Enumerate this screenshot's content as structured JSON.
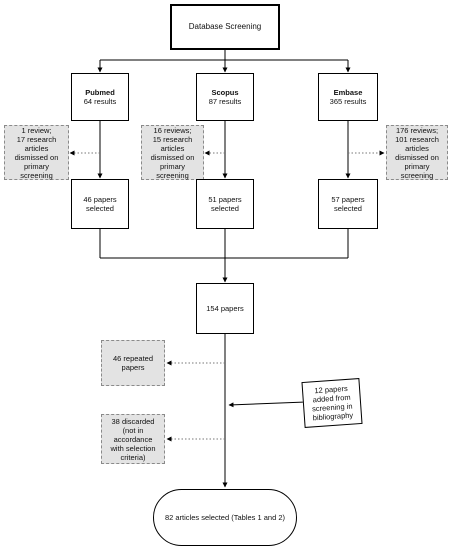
{
  "title": "Database Screening",
  "databases": [
    {
      "name": "Pubmed",
      "results": "64 results"
    },
    {
      "name": "Scopus",
      "results": "87 results"
    },
    {
      "name": "Embase",
      "results": "365 results"
    }
  ],
  "dismissed": [
    {
      "lines": [
        "1 review;",
        "17 research",
        "articles",
        "dismissed on",
        "primary",
        "screening"
      ]
    },
    {
      "lines": [
        "16 reviews;",
        "15 research",
        "articles",
        "dismissed on",
        "primary",
        "screening"
      ]
    },
    {
      "lines": [
        "176 reviews;",
        "101 research",
        "articles",
        "dismissed on",
        "primary",
        "screening"
      ]
    }
  ],
  "selected": [
    {
      "lines": [
        "46 papers",
        "selected"
      ]
    },
    {
      "lines": [
        "51 papers",
        "selected"
      ]
    },
    {
      "lines": [
        "57 papers",
        "selected"
      ]
    }
  ],
  "combined": "154 papers",
  "repeated": {
    "lines": [
      "46 repeated",
      "papers"
    ]
  },
  "added": {
    "lines": [
      "12 papers",
      "added from",
      "screening in",
      "bibliography"
    ]
  },
  "discarded": {
    "lines": [
      "38 discarded",
      "(not in",
      "accordance",
      "with selection",
      "criteria)"
    ]
  },
  "final": "82 articles selected (Tables 1 and 2)"
}
